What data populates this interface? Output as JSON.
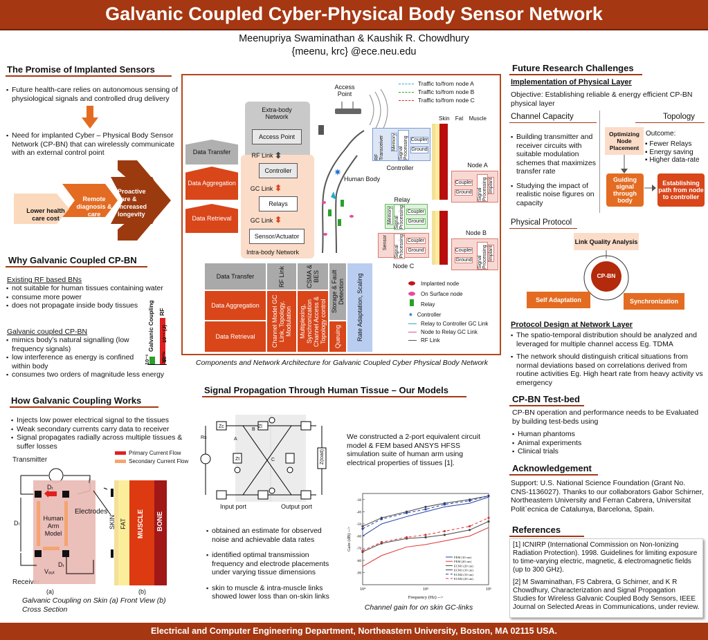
{
  "title": "Galvanic Coupled Cyber-Physical Body Sensor Network",
  "authors": "Meenupriya Swaminathan & Kaushik R. Chowdhury",
  "emails": "{meenu, krc} @ece.neu.edu",
  "footer": "Electrical and Computer Engineering Department, Northeastern University, Boston, MA 02115 USA.",
  "promise": {
    "heading": "The Promise of Implanted Sensors",
    "p1": "Future health-care relies on autonomous sensing of physiological signals and controlled drug delivery",
    "p2": "Need for implanted  Cyber – Physical Body Sensor Network (CP-BN) that can wirelessly communicate with an external control point",
    "chev1": "Lower health care cost",
    "chev2": "Remote diagnosis & care",
    "chev3": "Proactive care & increased longevity"
  },
  "why": {
    "heading": "Why Galvanic Coupled CP-BN",
    "rf_title": "Existing RF based BNs",
    "rf_items": [
      "not suitable for human tissues containing water",
      "consume more power",
      "does not propagate inside body tissues"
    ],
    "gc_title": "Galvanic coupled CP-BN",
    "gc_items": [
      "mimics body’s natural signalling (low frequency signals)",
      "low interference as energy is confined within body",
      "consumes two orders of magnitude less energy"
    ],
    "bar_label_gc": "Galvanic Coupling",
    "bar_label_rf": "RF",
    "ticks": [
      "10⁻⁶",
      "10⁻⁵",
      "10⁻⁴",
      "10⁻³ (J)"
    ]
  },
  "how": {
    "heading": "How Galvanic Coupling Works",
    "items": [
      "Injects low power electrical signal to the tissues",
      "Weak secondary currents carry data to receiver",
      "Signal propagates radially across multiple tissues & suffer losses"
    ],
    "transmitter": "Transmitter",
    "receiver": "Receiver",
    "electrodes": "Electrodes",
    "primary": "Primary Current Flow",
    "secondary": "Secondary Current Flow",
    "arm": "Human Arm Model",
    "dt": "Dₜ",
    "dl": "Dₗ",
    "dr": "Dᵣ",
    "vout": "Vₒᵤₜ",
    "i": "i",
    "skin": "SKIN",
    "fat": "FAT",
    "muscle": "MUSCLE",
    "bone": "BONE",
    "a": "(a)",
    "b": "(b)",
    "caption": "Galvanic Coupling on Skin (a) Front View (b) Cross Section"
  },
  "arch": {
    "left_labels": [
      "Data Transfer",
      "Data Aggregation",
      "Data Retrieval"
    ],
    "extra_body": "Extra-body Network",
    "access_point": "Access Point",
    "rf_link": "RF Link",
    "controller": "Controller",
    "gc_link1": "GC Link",
    "relays": "Relays",
    "gc_link2": "GC Link",
    "sensor_actuator": "Sensor/Actuator",
    "intra_body": "Intra-body Network",
    "access_point_label": "Access Point",
    "traffic": [
      "Traffic to/from node A",
      "Traffic to/from node B",
      "Traffic to/from node C"
    ],
    "tissue": [
      "Skin",
      "Fat",
      "Muscle"
    ],
    "human_body": "Human Body",
    "controller_label": "Controller",
    "relay_label": "Relay",
    "node_a": "Node A",
    "node_b": "Node B",
    "node_c": "Node C",
    "coupler": "Coupler",
    "ground": "Ground",
    "rf_transceiver": "RF Transceiver",
    "memory": "Memory",
    "signal_processing": "Signal Processing",
    "implant": "Implant",
    "sensor": "Sensor",
    "table_rows": [
      "Data Transfer",
      "Data Aggregation",
      "Data Retrieval"
    ],
    "table_cols": [
      "RF Link",
      "CSMA & BES",
      "Storage & Fault Detection",
      "Rate Adaptation, Scaling"
    ],
    "table_cells": [
      "Channel Model GC Link, Topology, Modulation",
      "Multiplexing, Synchronization Channel Access & Topology control",
      "Queuing"
    ],
    "legend": [
      "Implanted node",
      "On Surface node",
      "Relay",
      "Controller",
      "Relay to Controller GC Link",
      "Node to Relay GC Link",
      "RF Link"
    ],
    "caption": "Components and Network Architecture for Galvanic Coupled  Cyber Physical Body Network"
  },
  "signal": {
    "heading": "Signal Propagation Through Human Tissue – Our Models",
    "input_port": "Input port",
    "output_port": "Output port",
    "zc": "Zc",
    "zt": "Zt",
    "zl": "Zl",
    "zload": "Z(load)",
    "rs": "Rs",
    "a": "A",
    "b": "B",
    "c": "C",
    "para": "We constructed a 2-port equivalent circuit model &  FEM based ANSYS HFSS simulation suite of human arm using electrical properties of tissues [1].",
    "results": [
      "obtained an estimate for observed noise and achievable data rates",
      "identified optimal transmission frequency and electrode placements under varying tissue dimensions",
      "skin to muscle  & intra-muscle links showed lower loss than on-skin links"
    ],
    "caption": "Channel gain for on skin GC-links"
  },
  "chart_data": {
    "type": "line",
    "xlabel": "Frequency (Hz) -->",
    "ylabel": "Gain (dB) -->",
    "x_scale": "log",
    "x": [
      10000,
      20000,
      50000,
      100000,
      200000,
      500000,
      1000000
    ],
    "ylim": [
      -100,
      -25
    ],
    "xtick_labels": [
      "10⁴",
      "10⁵",
      "10⁶"
    ],
    "ytick_labels": [
      "-30",
      "-40",
      "-50",
      "-60",
      "-70",
      "-80",
      "-90"
    ],
    "series": [
      {
        "name": "FEM (10 cm)",
        "color": "#1f3fa8",
        "dash": "",
        "values": [
          -60,
          -50,
          -44,
          -40,
          -36,
          -33,
          -28
        ]
      },
      {
        "name": "FEM (20 cm)",
        "color": "#e03030",
        "dash": "",
        "values": [
          -85,
          -76,
          -69,
          -67,
          -64,
          -60,
          -53
        ]
      },
      {
        "name": "ECM1 (20 cm)",
        "color": "#444444",
        "dash": "",
        "marker": "o",
        "values": [
          -73,
          -66,
          -62,
          -61,
          -59,
          -55,
          -48
        ]
      },
      {
        "name": "ECM1 (10 cm)",
        "color": "#444444",
        "dash": "",
        "marker": "o",
        "values": [
          -52,
          -45,
          -40,
          -36,
          -33,
          -30,
          -27
        ]
      },
      {
        "name": "ECM2 (10 cm)",
        "color": "#1f3fa8",
        "dash": "4 3",
        "marker": "^",
        "values": [
          -54,
          -46,
          -41,
          -38,
          -34,
          -31,
          -27
        ]
      },
      {
        "name": "ECM2 (20 cm)",
        "color": "#e03030",
        "dash": "4 3",
        "marker": "s",
        "values": [
          -72,
          -65,
          -61,
          -59,
          -56,
          -52,
          -45
        ]
      }
    ]
  },
  "future": {
    "heading": "Future Research Challenges",
    "phys_heading": "Implementation of Physical Layer",
    "objective": "Objective: Establishing reliable & energy efficient CP-BN physical layer",
    "channel_capacity": "Channel Capacity",
    "topology": "Topology",
    "cc_items": [
      "Building transmitter and receiver circuits with suitable modulation schemes that maximizes transfer rate",
      "Studying the impact of realistic noise figures on capacity"
    ],
    "opt_box": "Optimizing Node Placement",
    "outcome": "Outcome:",
    "outcome_items": [
      "Fewer Relays",
      "Energy saving",
      "Higher data-rate"
    ],
    "guiding": "Guiding signal through body",
    "establishing": "Establishing path from node to controller",
    "phys_protocol": "Physical Protocol",
    "link_quality": "Link Quality Analysis",
    "cpbn": "CP-BN",
    "self_adapt": "Self Adaptation",
    "sync": "Synchronization",
    "net_heading": "Protocol Design at Network Layer",
    "net_items": [
      "The spatio-temporal distribution should be analyzed and leveraged for multiple channel access Eg. TDMA",
      "The network should distinguish critical situations from normal deviations based on correlations derived from routine activities Eg. High heart rate from heavy activity vs emergency"
    ]
  },
  "testbed": {
    "heading": "CP-BN Test-bed",
    "para": "CP-BN operation and performance  needs to be Evaluated by building test-beds using",
    "items": [
      "Human phantoms",
      "Animal experiments",
      "Clinical trials"
    ]
  },
  "ack": {
    "heading": "Acknowledgement",
    "para": "Support: U.S. National Science Foundation (Grant No. CNS-1136027). Thanks to our collaborators Gabor Schirner, Northeastern University and Ferran Cabrera, Universitat Polit`ecnica de Catalunya, Barcelona, Spain."
  },
  "refs": {
    "heading": "References",
    "r1": "[1] ICNIRP (International Commission on Non-Ionizing Radiation Protection). 1998. Guidelines for limiting exposure to time-varying electric, magnetic, & electromagnetic  fields (up to 300 GHz).",
    "r2": "[2] M Swaminathan, FS Cabrera, G Schirner, and K R Chowdhury, Characterization and Signal Propagation Studies for Wireless Galvanic Coupled Body Sensors, IEEE Journal on Selected Areas in Communications, under review."
  },
  "colors": {
    "brand": "#a53712",
    "orange": "#d8461a",
    "grey": "#a9a9a9",
    "blue": "#b8cdf0"
  }
}
